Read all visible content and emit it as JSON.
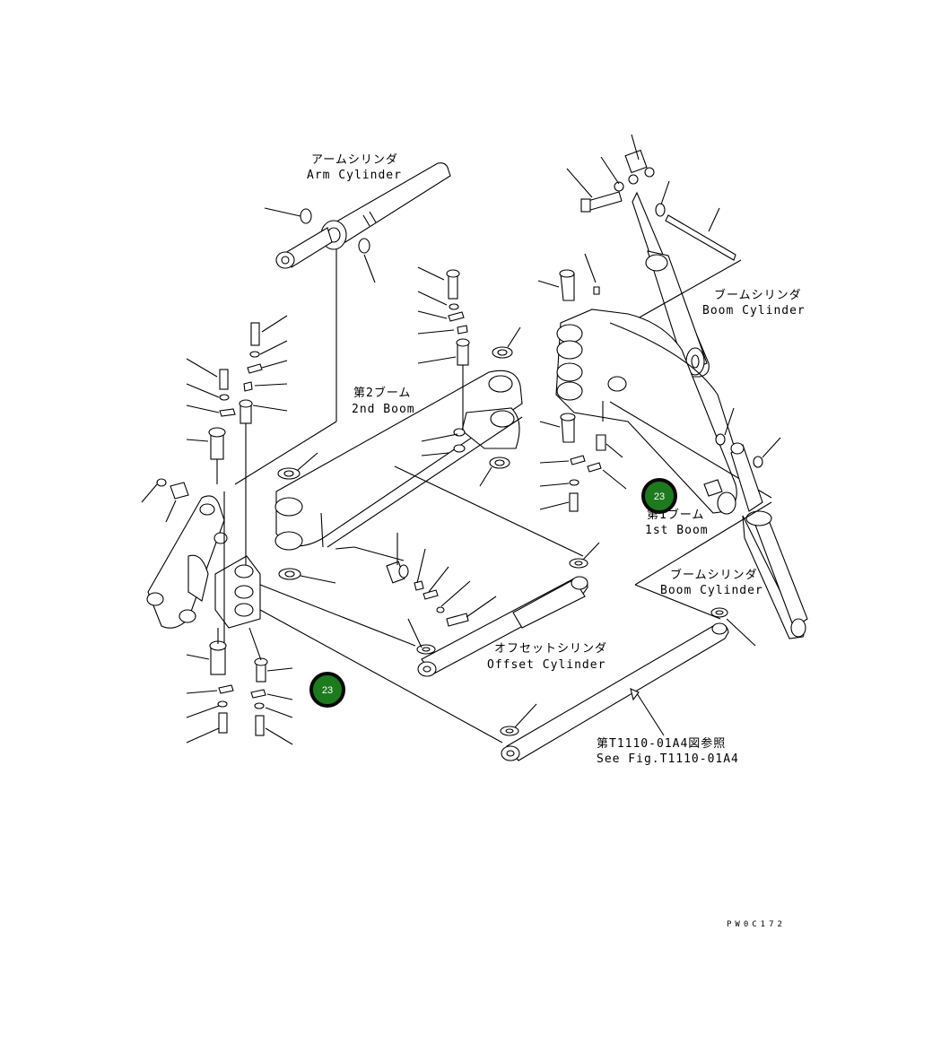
{
  "labels": {
    "arm_cylinder_jp": "アームシリンダ",
    "arm_cylinder_en": "Arm Cylinder",
    "boom_cylinder_top_jp": "ブームシリンダ",
    "boom_cylinder_top_en": "Boom Cylinder",
    "second_boom_jp": "第2ブーム",
    "second_boom_en": "2nd Boom",
    "first_boom_jp": "第1ブーム",
    "first_boom_en": "1st Boom",
    "boom_cylinder_mid_jp": "ブームシリンダ",
    "boom_cylinder_mid_en": "Boom Cylinder",
    "offset_cylinder_jp": "オフセットシリンダ",
    "offset_cylinder_en": "Offset Cylinder",
    "see_fig_jp": "第T1110-01A4図参照",
    "see_fig_en": "See Fig.T1110-01A4",
    "drawing_code": "PW0C172"
  },
  "hotspots": [
    {
      "label": "23"
    },
    {
      "label": "23"
    }
  ],
  "colors": {
    "hotspot_fill": "#1e7a1e",
    "line": "#000000"
  }
}
